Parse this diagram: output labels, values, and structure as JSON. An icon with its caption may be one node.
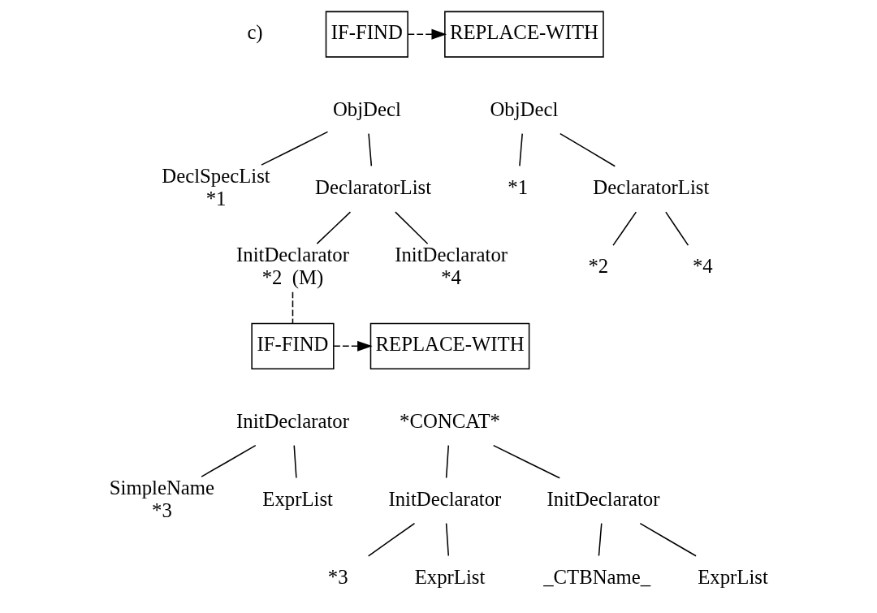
{
  "diagram": {
    "nodes": [
      {
        "text": [
          "IF-FIND"
        ]
      },
      {
        "text": [
          "REPLACE-WITH"
        ]
      },
      {
        "text": [
          "ObjDecl"
        ]
      },
      {
        "text": [
          "DeclSpecList",
          "*1"
        ]
      },
      {
        "text": [
          "DeclaratorList"
        ]
      },
      {
        "text": [
          "InitDeclarator",
          "*2  (M)"
        ]
      },
      {
        "text": [
          "InitDeclarator",
          "*4"
        ]
      },
      {
        "text": [
          "ObjDecl"
        ]
      },
      {
        "text": [
          "*1"
        ]
      },
      {
        "text": [
          "DeclaratorList"
        ]
      },
      {
        "text": [
          "*2"
        ]
      },
      {
        "text": [
          "*4"
        ]
      },
      {
        "text": [
          "IF-FIND"
        ]
      },
      {
        "text": [
          "REPLACE-WITH"
        ]
      },
      {
        "text": [
          "InitDeclarator"
        ]
      },
      {
        "text": [
          "SimpleName",
          "*3"
        ]
      },
      {
        "text": [
          "ExprList"
        ]
      },
      {
        "text": [
          "*CONCAT*"
        ]
      },
      {
        "text": [
          "InitDeclarator"
        ]
      },
      {
        "text": [
          "InitDeclarator"
        ]
      },
      {
        "text": [
          "*3"
        ]
      },
      {
        "text": [
          "ExprList"
        ]
      },
      {
        "text": [
          "_CTBName_"
        ]
      },
      {
        "text": [
          "ExprList"
        ]
      }
    ],
    "edges": [
      {
        "from": 0,
        "to": 1,
        "arrow": "to",
        "style": "dashed"
      },
      {
        "from": 2,
        "to": 3,
        "arrow": "none"
      },
      {
        "from": 2,
        "to": 4,
        "arrow": "none"
      },
      {
        "from": 4,
        "to": 5,
        "arrow": "none"
      },
      {
        "from": 4,
        "to": 6,
        "arrow": "none"
      },
      {
        "from": 7,
        "to": 8,
        "arrow": "none"
      },
      {
        "from": 7,
        "to": 9,
        "arrow": "none"
      },
      {
        "from": 9,
        "to": 10,
        "arrow": "none"
      },
      {
        "from": 9,
        "to": 11,
        "arrow": "none"
      },
      {
        "from": 5,
        "to": 12,
        "arrow": "none",
        "style": "dashed"
      },
      {
        "from": 12,
        "to": 13,
        "arrow": "to",
        "style": "dashed"
      },
      {
        "from": 14,
        "to": 15,
        "arrow": "none"
      },
      {
        "from": 14,
        "to": 16,
        "arrow": "none"
      },
      {
        "from": 17,
        "to": 18,
        "arrow": "none"
      },
      {
        "from": 17,
        "to": 19,
        "arrow": "none"
      },
      {
        "from": 18,
        "to": 20,
        "arrow": "none"
      },
      {
        "from": 18,
        "to": 21,
        "arrow": "none"
      },
      {
        "from": 19,
        "to": 22,
        "arrow": "none"
      },
      {
        "from": 19,
        "to": 23,
        "arrow": "none"
      }
    ],
    "labels": [
      "c)"
    ]
  }
}
